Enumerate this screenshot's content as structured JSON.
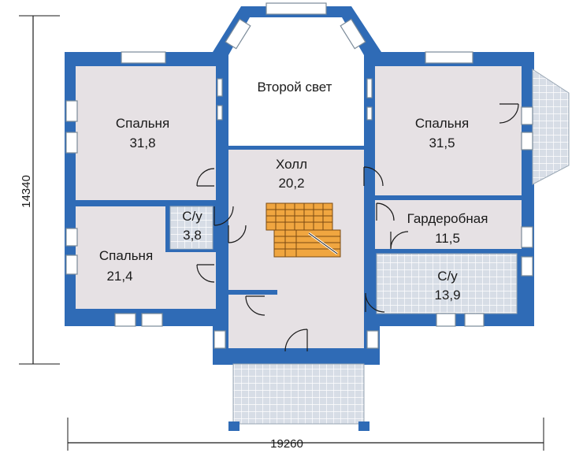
{
  "dimensions": {
    "width_label": "19260",
    "height_label": "14340"
  },
  "rooms": {
    "second_light": {
      "name": "Второй свет"
    },
    "bedroom_top_left": {
      "name": "Спальня",
      "area": "31,8"
    },
    "bedroom_top_right": {
      "name": "Спальня",
      "area": "31,5"
    },
    "hall": {
      "name": "Холл",
      "area": "20,2"
    },
    "bathroom_small": {
      "name": "С/у",
      "area": "3,8"
    },
    "bedroom_bottom_left": {
      "name": "Спальня",
      "area": "21,4"
    },
    "wardrobe": {
      "name": "Гардеробная",
      "area": "11,5"
    },
    "bathroom_large": {
      "name": "С/у",
      "area": "13,9"
    }
  },
  "colors": {
    "wall": "#2f6bb6",
    "room_fill": "#e6e1e4",
    "tile_fill": "#d7dde6",
    "stair": "#f0a640"
  }
}
